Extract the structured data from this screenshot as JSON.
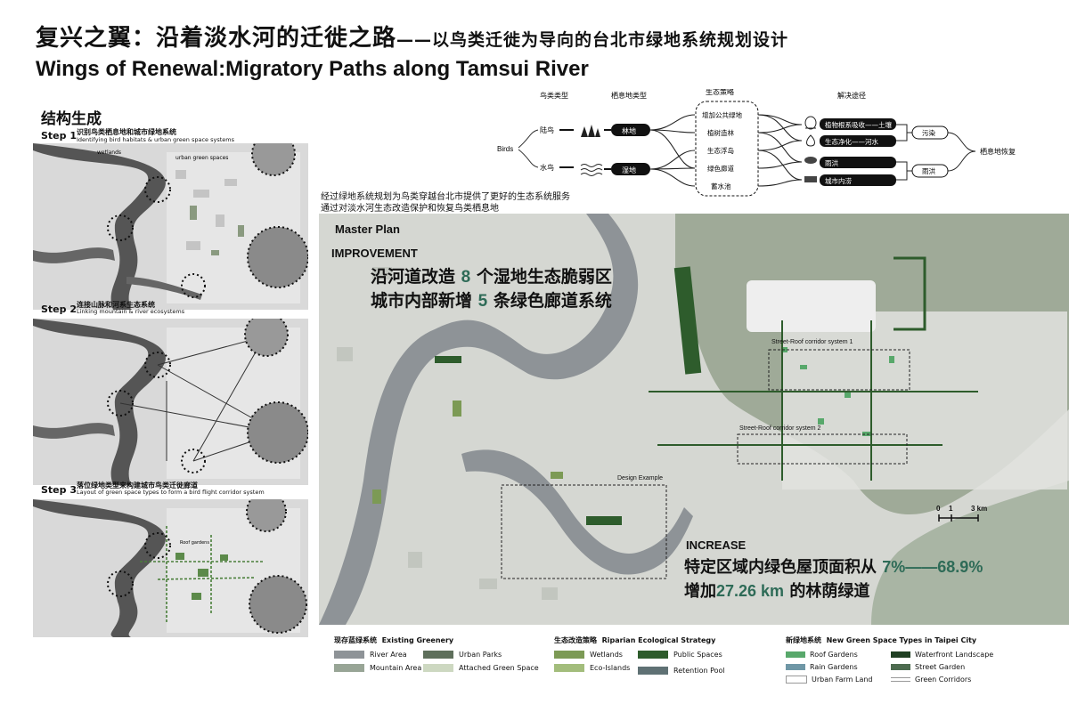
{
  "header": {
    "title_cn": "复兴之翼：沿着淡水河的迁徙之路",
    "title_cn_sub": "——以鸟类迁徙为导向的台北市绿地系统规划设计",
    "title_en": "Wings of Renewal:Migratory Paths along Tamsui River"
  },
  "structure": {
    "title": "结构生成",
    "steps": [
      {
        "label": "Step 1",
        "cn": "识别鸟类栖息地和城市绿地系统",
        "en": "Identifying bird habitats & urban green space systems",
        "tags": [
          "wetlands",
          "urban green spaces"
        ]
      },
      {
        "label": "Step 2",
        "cn": "连接山脉和河系生态系统",
        "en": "Linking mountain & river ecosystems",
        "tags": []
      },
      {
        "label": "Step 3",
        "cn": "落位绿地类型来构建城市鸟类迁徙廊道",
        "en": "Layout of green space types to form a bird flight corridor system",
        "tags": [
          "Roof gardens"
        ]
      }
    ]
  },
  "flow": {
    "headers": [
      "鸟类类型",
      "栖息地类型",
      "生态策略",
      "解决途径"
    ],
    "root": "Birds",
    "bird_types": [
      "陆鸟",
      "水鸟"
    ],
    "habitats": [
      "林地",
      "湿地"
    ],
    "strategies": [
      "增加公共绿地",
      "植树造林",
      "生态浮岛",
      "绿色廊道",
      "蓄水池"
    ],
    "solutions": [
      "植物根系吸收——土壤",
      "生态净化——河水",
      "雨洪",
      "城市内涝"
    ],
    "problems": [
      "污染",
      "雨洪"
    ],
    "goal": "栖息地恢复"
  },
  "intro": {
    "line1": "经过绿地系统规划为鸟类穿越台北市提供了更好的生态系统服务",
    "line2": "通过对淡水河生态改造保护和恢复鸟类栖息地"
  },
  "map": {
    "master_plan": "Master Plan",
    "improvement": "IMPROVEMENT",
    "line1_pre": "沿河道改造 ",
    "line1_num": "8",
    "line1_post": " 个湿地生态脆弱区",
    "line2_pre": "城市内部新增 ",
    "line2_num": "5",
    "line2_post": " 条绿色廊道系统",
    "corridor1": "Street-Roof corridor system 1",
    "corridor2": "Street-Roof corridor system 2",
    "design_example": "Design Example",
    "scale": [
      "0",
      "1",
      "3 km"
    ],
    "increase": "INCREASE",
    "inc1_pre": "特定区域内绿色屋顶面积从 ",
    "inc1_num": "7%——68.9%",
    "inc2_pre": "增加",
    "inc2_num": "27.26 km",
    "inc2_post": " 的林荫绿道"
  },
  "legend": {
    "existing": {
      "cn": "现存蓝绿系统",
      "en": "Existing Greenery",
      "items": [
        {
          "label": "River Area",
          "color": "#8e9397"
        },
        {
          "label": "Urban Parks",
          "color": "#5e6f5b"
        },
        {
          "label": "Mountain Area",
          "color": "#98a596"
        },
        {
          "label": "Attached Green Space",
          "color": "#cdd8c1"
        }
      ]
    },
    "riparian": {
      "cn": "生态改造策略",
      "en": "Riparian Ecological Strategy",
      "items": [
        {
          "label": "Wetlands",
          "color": "#7c9a55"
        },
        {
          "label": "Public Spaces",
          "color": "#2e5c2c"
        },
        {
          "label": "Eco-Islands",
          "color": "#a3bd7c"
        },
        {
          "label": "Retention Pool",
          "color": "#5f7174"
        }
      ]
    },
    "newtypes": {
      "cn": "新绿地系统",
      "en": "New Green Space Types in Taipei City",
      "items": [
        {
          "label": "Roof Gardens",
          "color": "#58a86b"
        },
        {
          "label": "Waterfront Landscape",
          "color": "#1f3f22"
        },
        {
          "label": "Rain Gardens",
          "color": "#6f97a6"
        },
        {
          "label": "Street Garden",
          "color": "#4d6b4f"
        },
        {
          "label": "Urban Farm Land",
          "color": "#ffffff"
        },
        {
          "label": "Green Corridors",
          "color": "#999999"
        }
      ]
    }
  }
}
